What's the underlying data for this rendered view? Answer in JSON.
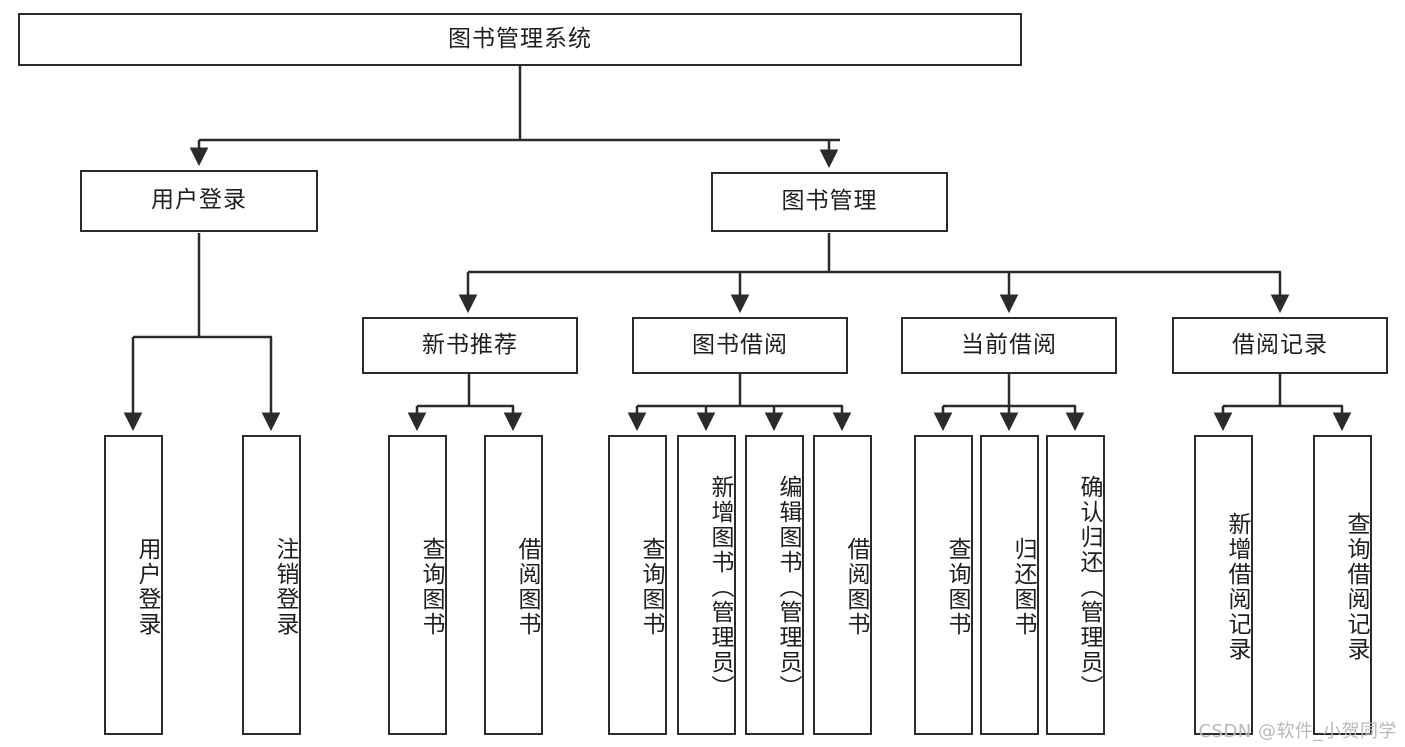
{
  "diagram": {
    "title": "图书管理系统",
    "type": "tree-hierarchy",
    "orientation": "top-down",
    "colors": {
      "box_border": "#2b2b2b",
      "box_fill": "#ffffff",
      "edge": "#2b2b2b",
      "text": "#1f1f1f",
      "watermark": "#b9b9b9",
      "canvas": "#ffffff"
    },
    "root": {
      "label": "图书管理系统"
    },
    "level2": [
      {
        "label": "用户登录"
      },
      {
        "label": "图书管理"
      }
    ],
    "level3": [
      {
        "label": "新书推荐"
      },
      {
        "label": "图书借阅"
      },
      {
        "label": "当前借阅"
      },
      {
        "label": "借阅记录"
      }
    ],
    "leaves": {
      "user_login": [
        {
          "label": "用户登录"
        },
        {
          "label": "注销登录"
        }
      ],
      "new_book_recommend": [
        {
          "label": "查询图书"
        },
        {
          "label": "借阅图书"
        }
      ],
      "book_borrow": [
        {
          "label": "查询图书"
        },
        {
          "label": "新增图书（管理员）"
        },
        {
          "label": "编辑图书（管理员）"
        },
        {
          "label": "借阅图书"
        }
      ],
      "current_borrow": [
        {
          "label": "查询图书"
        },
        {
          "label": "归还图书"
        },
        {
          "label": "确认归还（管理员）"
        }
      ],
      "borrow_record": [
        {
          "label": "新增借阅记录"
        },
        {
          "label": "查询借阅记录"
        }
      ]
    },
    "watermark": "CSDN @软件_小贺同学"
  }
}
